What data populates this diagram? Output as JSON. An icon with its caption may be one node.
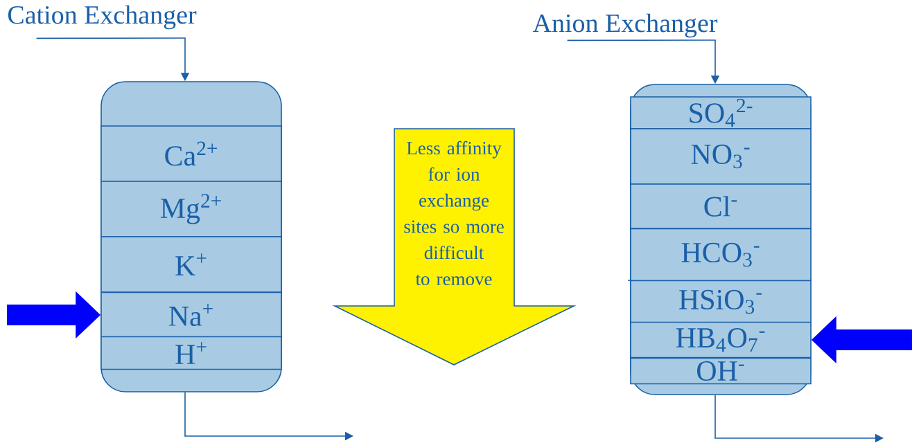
{
  "diagram": {
    "nodes": [
      {
        "text": [
          "Cation Exchanger"
        ]
      },
      {
        "text": [],
        "shape": "box"
      },
      {
        "text": [
          "Ca$^{2+}$"
        ],
        "in": 1
      },
      {
        "text": [
          "Mg$^{2+}$"
        ],
        "in": 1
      },
      {
        "text": [
          "K$^{+}$"
        ],
        "in": 1
      },
      {
        "text": [
          "Na$^{+}$"
        ],
        "in": 1
      },
      {
        "text": [
          "H$^{+}$"
        ],
        "in": 1
      },
      {
        "text": [
          "Less affinity for ion exchange sites so more difficult to remove"
        ]
      },
      {
        "text": [
          "Anion Exchanger"
        ]
      },
      {
        "text": [],
        "shape": "box"
      },
      {
        "text": [
          "SO$_{4}$$^{2-}$"
        ],
        "in": 9
      },
      {
        "text": [
          "NO$_{3}$$^{-}$"
        ],
        "in": 9
      },
      {
        "text": [
          "Cl$^{-}$"
        ],
        "in": 9
      },
      {
        "text": [
          "HCO$_{3}$$^{-}$"
        ],
        "in": 9
      },
      {
        "text": [
          "HSiO$_{3}$$^{-}$"
        ],
        "in": 9
      },
      {
        "text": [
          "HB$_{4}$O$_{7}$$^{-}$"
        ],
        "in": 9
      },
      {
        "text": [
          "OH$^{-}$"
        ],
        "in": 9
      }
    ],
    "edges": [
      {
        "from": 0,
        "to": 1,
        "arrow": "to"
      },
      {
        "from": 1,
        "to": null,
        "arrow": "to"
      },
      {
        "from": null,
        "to": 5,
        "arrow": "to",
        "style": "thick",
        "color": "#0000ff"
      },
      {
        "from": 8,
        "to": 9,
        "arrow": "to"
      },
      {
        "from": 9,
        "to": null,
        "arrow": "to"
      },
      {
        "from": null,
        "to": 15,
        "arrow": "to",
        "style": "thick",
        "color": "#0000ff"
      }
    ]
  }
}
